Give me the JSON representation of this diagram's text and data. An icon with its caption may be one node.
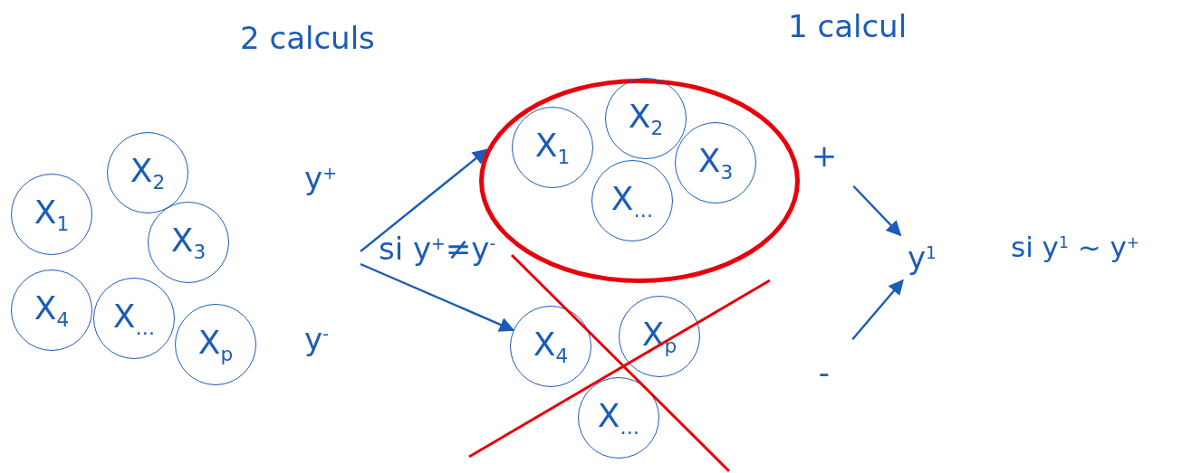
{
  "diagram": {
    "nodes": [
      {
        "text": [
          "X$_{1}$"
        ]
      },
      {
        "text": [
          "X$_{2}$"
        ]
      },
      {
        "text": [
          "X$_{3}$"
        ]
      },
      {
        "text": [
          "X$_{4}$"
        ]
      },
      {
        "text": [
          "X$_{…}$"
        ]
      },
      {
        "text": [
          "X$_{p}$"
        ]
      },
      {
        "text": [],
        "shape": "ellipse"
      },
      {
        "text": [
          "X$_{1}$"
        ],
        "in": 6
      },
      {
        "text": [
          "X$_{2}$"
        ],
        "in": 6
      },
      {
        "text": [
          "X$_{3}$"
        ],
        "in": 6
      },
      {
        "text": [
          "X$_{…}$"
        ],
        "in": 6
      },
      {
        "text": [
          "X$_{4}$"
        ]
      },
      {
        "text": [
          "X$_{p}$"
        ]
      },
      {
        "text": [
          "X$_{…}$"
        ]
      },
      {
        "text": [
          "+"
        ]
      },
      {
        "text": [
          "-"
        ]
      },
      {
        "text": [
          "y$^{1}$"
        ]
      }
    ],
    "edges": [
      {
        "from": null,
        "to": 6,
        "arrow": "to"
      },
      {
        "from": null,
        "to": 11,
        "arrow": "to"
      },
      {
        "from": 14,
        "to": 16,
        "arrow": "to"
      },
      {
        "from": 15,
        "to": 16,
        "arrow": "to"
      }
    ],
    "labels": [
      "2 calculs",
      "1 calcul",
      "y$^{+}$",
      "y$^{-}$",
      "si y$^{+}$≠y$^{-}$",
      "si y$^{1}$ ~ y$^{+}$"
    ]
  }
}
